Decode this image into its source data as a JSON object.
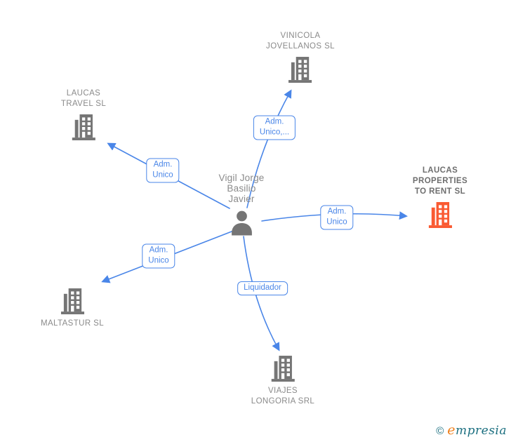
{
  "colors": {
    "accent_blue": "#4a86e8",
    "node_gray": "#757575",
    "company_text_gray": "#8a8a8a",
    "highlighted_company_text": "#6e6e6e",
    "highlight_orange": "#fa5a32",
    "logo_teal": "#1b6f80",
    "logo_orange": "#ef7f1a"
  },
  "person": {
    "name": "Vigil Jorge Basilio Javier",
    "name_lines": [
      "Vigil Jorge",
      "Basilio",
      "Javier"
    ]
  },
  "companies": [
    {
      "id": "vinicola-jovellanos",
      "name": "VINICOLA JOVELLANOS SL",
      "lines": [
        "VINICOLA",
        "JOVELLANOS SL"
      ],
      "highlighted": false
    },
    {
      "id": "laucas-travel",
      "name": "LAUCAS TRAVEL SL",
      "lines": [
        "LAUCAS",
        "TRAVEL  SL"
      ],
      "highlighted": false
    },
    {
      "id": "laucas-properties",
      "name": "LAUCAS PROPERTIES TO RENT SL",
      "lines": [
        "LAUCAS",
        "PROPERTIES",
        "TO RENT  SL"
      ],
      "highlighted": true
    },
    {
      "id": "maltastur",
      "name": "MALTASTUR SL",
      "lines": [
        "MALTASTUR SL"
      ],
      "highlighted": false
    },
    {
      "id": "viajes-longoria",
      "name": "VIAJES LONGORIA SRL",
      "lines": [
        "VIAJES",
        "LONGORIA SRL"
      ],
      "highlighted": false
    }
  ],
  "edges": [
    {
      "from": "person",
      "to": "vinicola-jovellanos",
      "label": "Adm. Unico,...",
      "label_lines": [
        "Adm.",
        "Unico,..."
      ]
    },
    {
      "from": "person",
      "to": "laucas-travel",
      "label": "Adm. Unico",
      "label_lines": [
        "Adm.",
        "Unico"
      ]
    },
    {
      "from": "person",
      "to": "laucas-properties",
      "label": "Adm. Unico",
      "label_lines": [
        "Adm.",
        "Unico"
      ]
    },
    {
      "from": "person",
      "to": "maltastur",
      "label": "Adm. Unico",
      "label_lines": [
        "Adm.",
        "Unico"
      ]
    },
    {
      "from": "person",
      "to": "viajes-longoria",
      "label": "Liquidador",
      "label_lines": [
        "Liquidador"
      ]
    }
  ],
  "logo": {
    "copyright": "©",
    "brand_initial": "e",
    "brand_rest": "mpresia"
  }
}
